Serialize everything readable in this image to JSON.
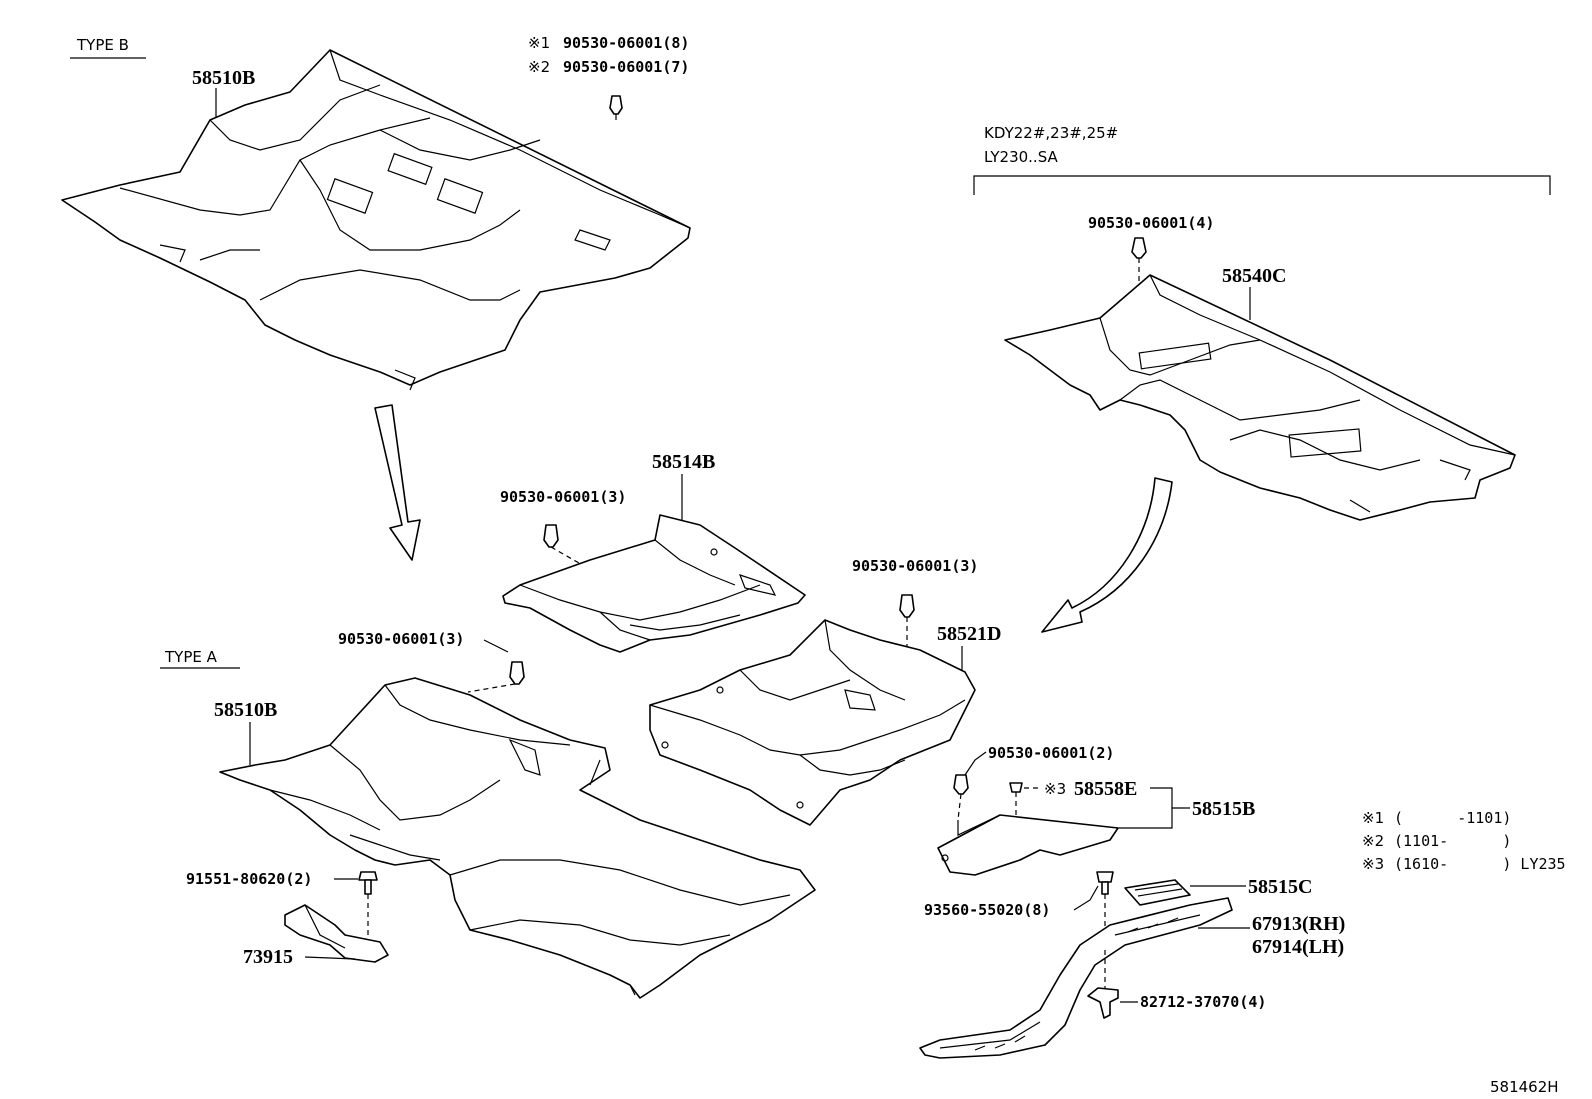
{
  "groups": {
    "type_b": "TYPE B",
    "type_a": "TYPE A",
    "model_line1": "KDY22#,23#,25#",
    "model_line2": "LY230..SA"
  },
  "notes": {
    "n1_mark": "※1",
    "n1_part": "90530-06001(8)",
    "n2_mark": "※2",
    "n2_part": "90530-06001(7)"
  },
  "parts": {
    "p58510B_top": "58510B",
    "p58510B_bottom": "58510B",
    "p58540C": "58540C",
    "p58514B": "58514B",
    "p58521D": "58521D",
    "p58558E": "58558E",
    "p58558E_mark": "※3",
    "p58515B": "58515B",
    "p58515C": "58515C",
    "p67913": "67913(RH)",
    "p67914": "67914(LH)",
    "p73915": "73915",
    "clip_c4": "90530-06001(4)",
    "clip_514": "90530-06001(3)",
    "clip_521": "90530-06001(3)",
    "clip_a": "90530-06001(3)",
    "clip_2": "90530-06001(2)",
    "bolt_91551": "91551-80620(2)",
    "screw_93560": "93560-55020(8)",
    "clip_82712": "82712-37070(4)"
  },
  "legend": {
    "l1_mark": "※1",
    "l1_text": "(      -1101)",
    "l2_mark": "※2",
    "l2_text": "(1101-      )",
    "l3_mark": "※3",
    "l3_text": "(1610-      ) LY235"
  },
  "diagram_id": "581462H",
  "colors": {
    "line": "#000000",
    "background": "#ffffff"
  }
}
